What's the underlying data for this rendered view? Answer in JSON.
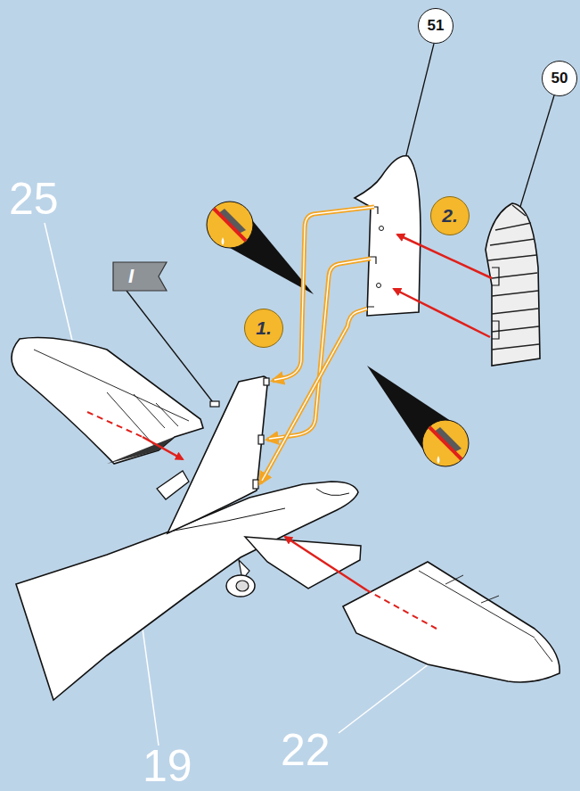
{
  "diagram": {
    "nodes": [
      {
        "text": [
          "51"
        ]
      },
      {
        "text": [
          "50"
        ]
      },
      {
        "text": [
          "2."
        ]
      },
      {
        "text": [
          "1."
        ]
      },
      {
        "text": [
          "I"
        ]
      }
    ],
    "labels": [
      "25",
      "19",
      "22"
    ]
  }
}
